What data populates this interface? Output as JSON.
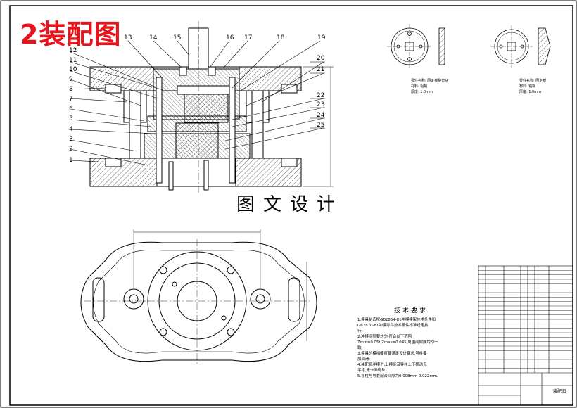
{
  "title": "2装配图",
  "watermark": "图文设计",
  "part_numbers_left": [
    "12",
    "11",
    "10",
    "9",
    "8",
    "7",
    "6",
    "5",
    "4",
    "3",
    "2",
    "1"
  ],
  "part_numbers_top": [
    "13",
    "14",
    "15",
    "16",
    "17",
    "18",
    "19"
  ],
  "part_numbers_right": [
    "20",
    "21",
    "22",
    "23",
    "24",
    "25"
  ],
  "tech_req": {
    "title": "技术要求",
    "lines": [
      "1.模具制造按GB2854-81冲模模架技术条件和",
      "GB2870-81冲模零件技术条件标准规定执",
      "行;",
      "2.冲模间隙要均匀,符合以下范围",
      "Zmin=0.05t,Zmax=0.045,周围间隙要均匀一",
      "致;",
      "3.模具的模柄硬度要满足设计要求,导柱要",
      "加润滑;",
      "4.装配后冲模进,上模能沿导柱上下移动无",
      "平稳,无卡滞现象.",
      "5.导柱与导套配合间隙为0.008mm-0.022mm."
    ]
  },
  "part_left_label": [
    "零件名称: 固定板整垫块",
    "材料: 铝制",
    "厚度: 1.0mm"
  ],
  "part_right_label": [
    "零件名称: 固定板",
    "材料: 铝制",
    "厚度: 1.0mm"
  ],
  "title_block_label": "装配图"
}
